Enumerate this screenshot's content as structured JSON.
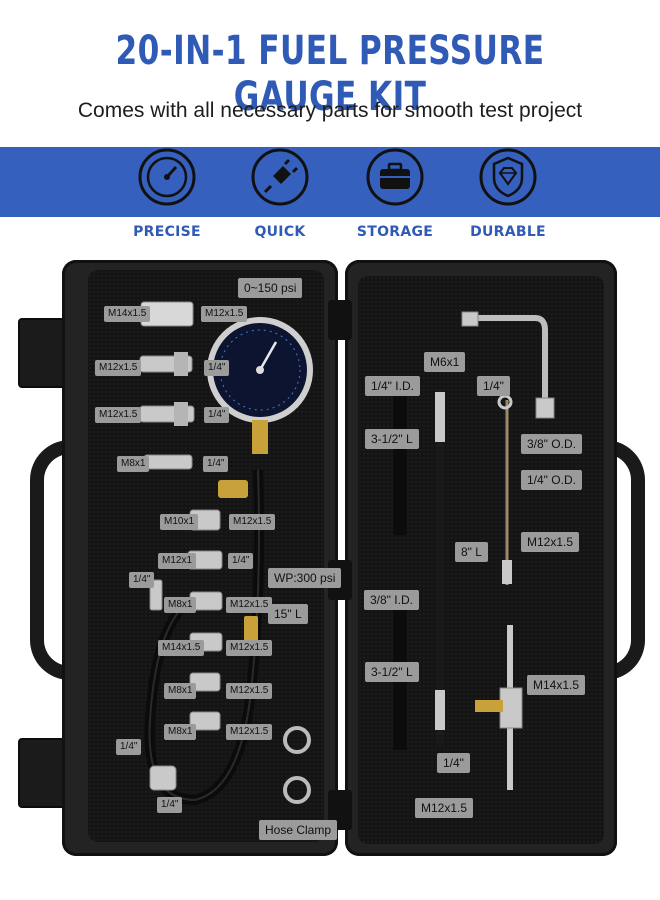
{
  "header": {
    "title": "20-IN-1 FUEL PRESSURE GAUGE KIT",
    "subtitle": "Comes with all necessary parts for smooth test project"
  },
  "features": [
    {
      "label": "PRECISE",
      "icon": "gauge-icon"
    },
    {
      "label": "QUICK",
      "icon": "plug-icon"
    },
    {
      "label": "STORAGE",
      "icon": "case-icon"
    },
    {
      "label": "DURABLE",
      "icon": "diamond-shield-icon"
    }
  ],
  "colors": {
    "brand_blue": "#2f5ab5",
    "band_blue": "#3560bd",
    "tag_gray": "#9b9b9b"
  },
  "left_tags": {
    "range": "0~150 psi",
    "m14x1_5_top": "M14x1.5",
    "m12x1_5_top": "M12x1.5",
    "m12x1_5_a": "M12x1.5",
    "q14_a": "1/4\"",
    "m12x1_5_b": "M12x1.5",
    "q14_b": "1/4\"",
    "m8x1_a": "M8x1",
    "q14_c": "1/4\"",
    "m10x1": "M10x1",
    "m12x1_5_c": "M12x1.5",
    "m12x1": "M12x1",
    "q14_d": "1/4\"",
    "q14_e": "1/4\"",
    "wp": "WP:300 psi",
    "m8x1_b": "M8x1",
    "m12x1_5_d": "M12x1.5",
    "hose_len": "15\" L",
    "m14x1_5": "M14x1.5",
    "m12x1_5_e": "M12x1.5",
    "m8x1_c": "M8x1",
    "m12x1_5_f": "M12x1.5",
    "m8x1_d": "M8x1",
    "m12x1_5_g": "M12x1.5",
    "q14_f": "1/4\"",
    "q14_g": "1/4\"",
    "hose_clamp": "Hose Clamp"
  },
  "right_tags": {
    "m6x1": "M6x1",
    "id14": "1/4\" I.D.",
    "q14": "1/4\"",
    "l312_a": "3-1/2\" L",
    "od38": "3/8\" O.D.",
    "od14": "1/4\" O.D.",
    "m12x1_5_a": "M12x1.5",
    "l8": "8\" L",
    "id38": "3/8\" I.D.",
    "l312_b": "3-1/2\" L",
    "m14x1_5": "M14x1.5",
    "q14_b": "1/4\"",
    "m12x1_5_b": "M12x1.5"
  }
}
